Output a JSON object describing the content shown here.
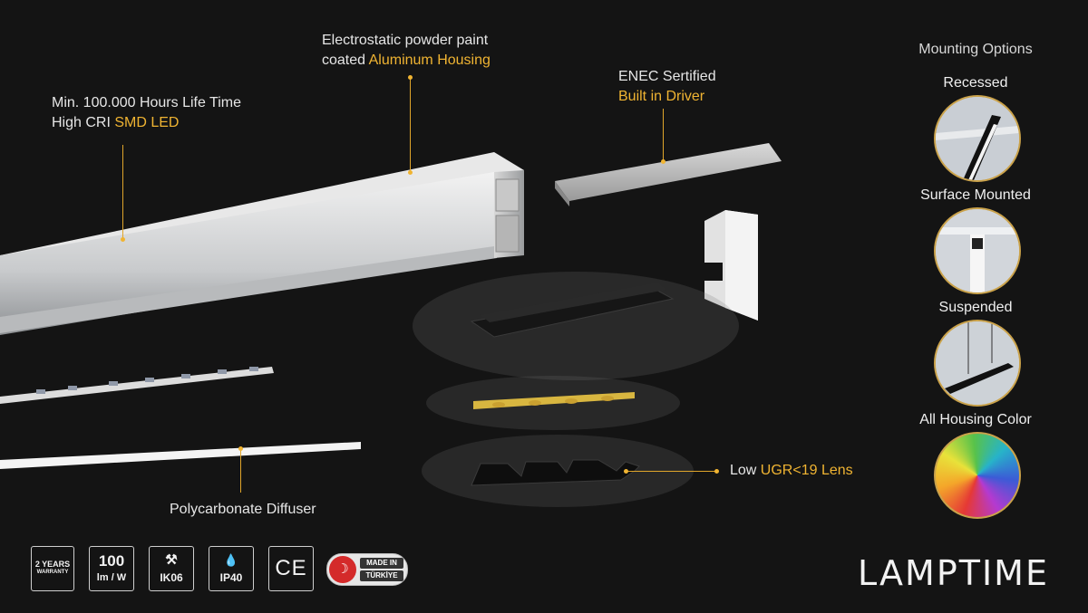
{
  "callouts": {
    "led": {
      "line1": "Min. 100.000 Hours Life Time",
      "line2_prefix": "High CRI ",
      "line2_highlight": "SMD LED"
    },
    "housing": {
      "line1": "Electrostatic powder paint",
      "line2_prefix": "coated ",
      "line2_highlight": "Aluminum Housing"
    },
    "driver": {
      "line1": "ENEC Sertified",
      "line2_highlight": "Built in Driver"
    },
    "diffuser": {
      "text": "Polycarbonate Diffuser"
    },
    "lens": {
      "prefix": "Low ",
      "highlight": "UGR<19 Lens"
    }
  },
  "mounting": {
    "title": "Mounting Options",
    "options": [
      {
        "label": "Recessed"
      },
      {
        "label": "Surface Mounted"
      },
      {
        "label": "Suspended"
      },
      {
        "label": "All Housing Color"
      }
    ]
  },
  "badges": {
    "warranty_line1": "2 YEARS",
    "warranty_line2": "WARRANTY",
    "efficacy_value": "100",
    "efficacy_unit": "lm / W",
    "impact": "IK06",
    "ingress": "IP40",
    "ce": "CE",
    "made_in_line1": "MADE IN",
    "made_in_line2": "TÜRKİYE"
  },
  "brand": {
    "logo": "LAMPTIME"
  },
  "colors": {
    "accent": "#f0b432",
    "background": "#141414"
  }
}
